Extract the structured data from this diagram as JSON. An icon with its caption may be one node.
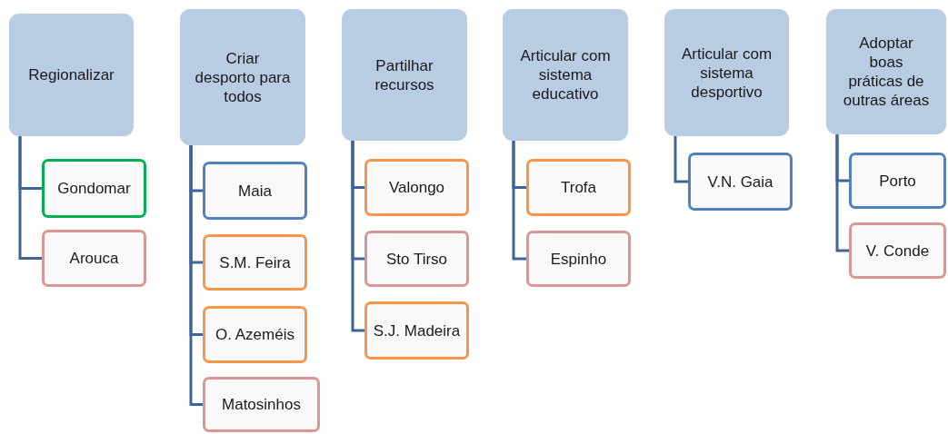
{
  "diagram": {
    "nodes": [
      {
        "text": [
          "Regionalizar"
        ]
      },
      {
        "text": [
          "Gondomar"
        ]
      },
      {
        "text": [
          "Arouca"
        ]
      },
      {
        "text": [
          "Criar desporto para todos"
        ]
      },
      {
        "text": [
          "Maia"
        ]
      },
      {
        "text": [
          "S.M. Feira"
        ]
      },
      {
        "text": [
          "O. Azeméis"
        ]
      },
      {
        "text": [
          "Matosinhos"
        ]
      },
      {
        "text": [
          "Partilhar recursos"
        ]
      },
      {
        "text": [
          "Valongo"
        ]
      },
      {
        "text": [
          "Sto Tirso"
        ]
      },
      {
        "text": [
          "S.J. Madeira"
        ]
      },
      {
        "text": [
          "Articular com sistema educativo"
        ]
      },
      {
        "text": [
          "Trofa"
        ]
      },
      {
        "text": [
          "Espinho"
        ]
      },
      {
        "text": [
          "Articular com sistema desportivo"
        ]
      },
      {
        "text": [
          "V.N. Gaia"
        ]
      },
      {
        "text": [
          "Adoptar boas práticas de outras áreas"
        ]
      },
      {
        "text": [
          "Porto"
        ]
      },
      {
        "text": [
          "V. Conde"
        ]
      }
    ],
    "edges": [
      {
        "from": 0,
        "to": 1,
        "arrow": "none"
      },
      {
        "from": 0,
        "to": 2,
        "arrow": "none"
      },
      {
        "from": 3,
        "to": 4,
        "arrow": "none"
      },
      {
        "from": 3,
        "to": 5,
        "arrow": "none"
      },
      {
        "from": 3,
        "to": 6,
        "arrow": "none"
      },
      {
        "from": 3,
        "to": 7,
        "arrow": "none"
      },
      {
        "from": 8,
        "to": 9,
        "arrow": "none"
      },
      {
        "from": 8,
        "to": 10,
        "arrow": "none"
      },
      {
        "from": 8,
        "to": 11,
        "arrow": "none"
      },
      {
        "from": 12,
        "to": 13,
        "arrow": "none"
      },
      {
        "from": 12,
        "to": 14,
        "arrow": "none"
      },
      {
        "from": 15,
        "to": 16,
        "arrow": "none"
      },
      {
        "from": 17,
        "to": 18,
        "arrow": "none"
      },
      {
        "from": 17,
        "to": 19,
        "arrow": "none"
      }
    ]
  }
}
